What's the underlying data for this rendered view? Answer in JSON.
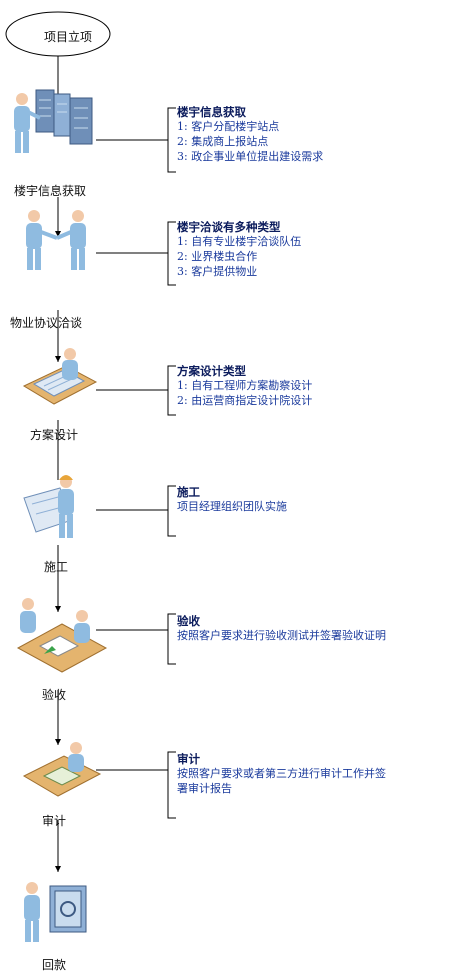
{
  "start": {
    "label": "项目立项"
  },
  "stages": [
    {
      "label": "楼宇信息获取",
      "icon": "server-rack-person-icon",
      "note": {
        "title": "楼宇信息获取",
        "lines": [
          "1: 客户分配楼宇站点",
          "2: 集成商上报站点",
          "3: 政企事业单位提出建设需求"
        ]
      }
    },
    {
      "label": "物业协议洽谈",
      "icon": "handshake-icon",
      "note": {
        "title": "楼宇洽谈有多种类型",
        "lines": [
          "1: 自有专业楼宇洽谈队伍",
          "2: 业界楼虫合作",
          "3: 客户提供物业"
        ]
      }
    },
    {
      "label": "方案设计",
      "icon": "designer-desk-icon",
      "note": {
        "title": "方案设计类型",
        "lines": [
          "1: 自有工程师方案勘察设计",
          "2: 由运营商指定设计院设计"
        ]
      }
    },
    {
      "label": "施工",
      "icon": "construction-worker-icon",
      "note": {
        "title": "施工",
        "lines": [
          "项目经理组织团队实施"
        ]
      }
    },
    {
      "label": "验收",
      "icon": "acceptance-meeting-icon",
      "note": {
        "title": "验收",
        "lines": [
          "按照客户要求进行验收测试并签署验收证明"
        ]
      }
    },
    {
      "label": "审计",
      "icon": "auditor-desk-icon",
      "note": {
        "title": "审计",
        "lines": [
          "按照客户要求或者第三方进行审计工作并签",
          "署审计报告"
        ]
      }
    },
    {
      "label": "回款",
      "icon": "safe-person-icon",
      "note": null
    }
  ],
  "colors": {
    "line": "#000000",
    "note_title": "#0b1b5c",
    "note_text": "#1a3a9c",
    "figure": "#8fbbe0",
    "skin": "#f2c9a8",
    "desk": "#e4b46e"
  }
}
